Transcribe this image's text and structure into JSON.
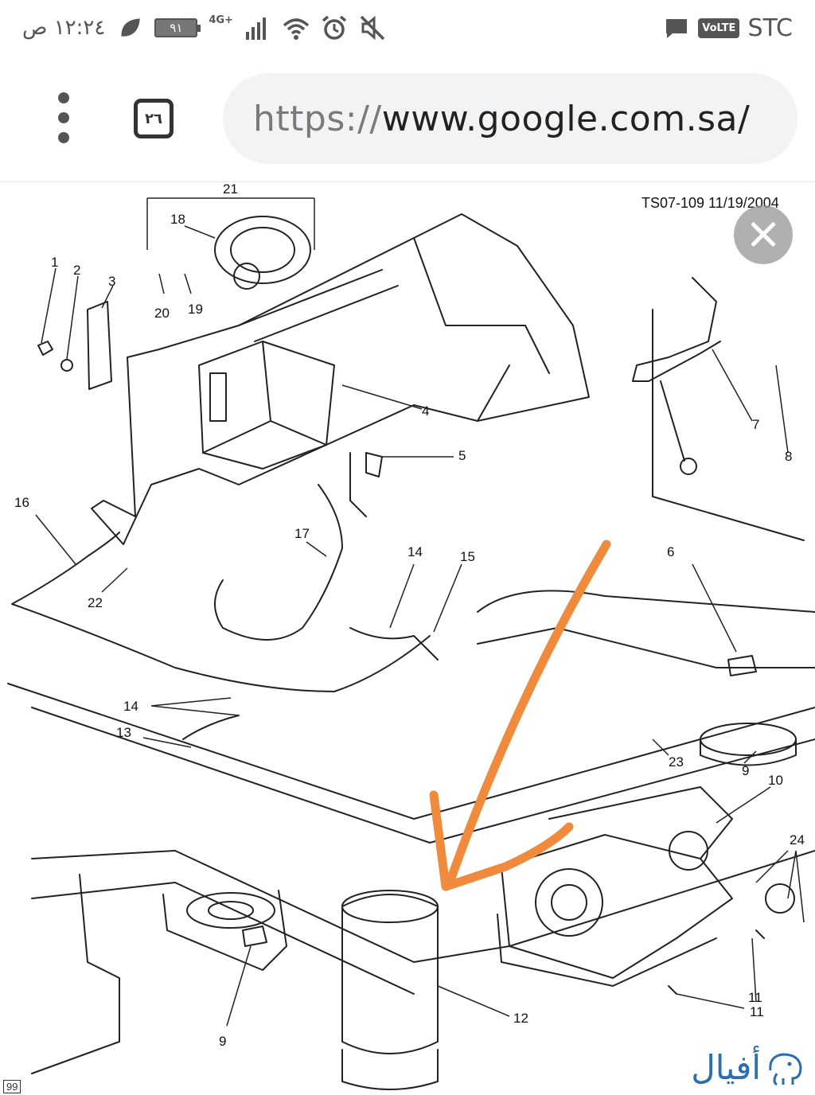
{
  "status_bar": {
    "time": "١٢:٢٤ ص",
    "battery": "٩١",
    "network": "4G+",
    "carrier": "STC",
    "volte": "VoLTE"
  },
  "toolbar": {
    "tab_count": "٢٦",
    "url_scheme": "https://",
    "url_host": "www.google.com.sa/"
  },
  "diagram": {
    "header": "TS07-109  11/19/2004",
    "figure_id": "99",
    "callouts": [
      "1",
      "2",
      "3",
      "4",
      "5",
      "6",
      "7",
      "8",
      "9",
      "9",
      "10",
      "11",
      "11",
      "12",
      "13",
      "14",
      "14",
      "15",
      "16",
      "17",
      "18",
      "19",
      "20",
      "21",
      "22",
      "23",
      "24"
    ]
  },
  "watermark": {
    "text": "أفيال"
  },
  "colors": {
    "annotation_arrow": "#f08a3c",
    "watermark": "#2a6db0"
  }
}
